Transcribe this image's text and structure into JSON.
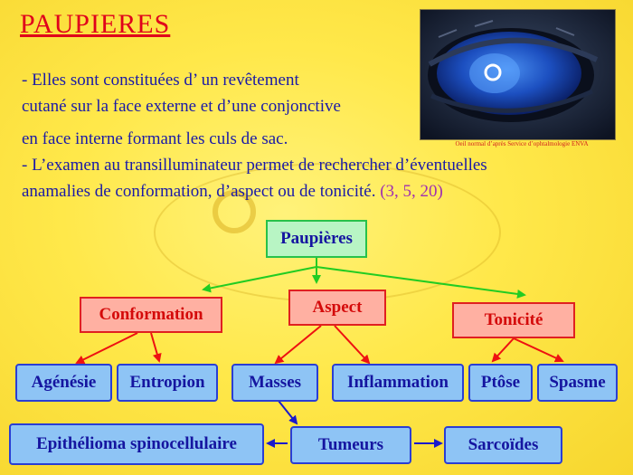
{
  "title": "PAUPIERES",
  "paragraph": {
    "line1": "- Elles sont constituées d’ un  revêtement",
    "line2": "cutané sur la face externe et d’une conjonctive",
    "line3": "en face interne formant les culs de sac.",
    "line4": "- L’examen au transilluminateur  permet de rechercher d’éventuelles",
    "line5": "anamalies de conformation, d’aspect ou de tonicité.",
    "refs": "(3, 5, 20)"
  },
  "photo": {
    "caption": "Oeil normal d’après Service d’ophtalmologie ENVA",
    "icon": "eye-photo"
  },
  "colors": {
    "title": "#e0001b",
    "text": "#1a1aa8",
    "refs": "#a030b0",
    "green_edge": "#22cc22",
    "red_edge": "#ee1111",
    "blue_edge": "#1a1acc"
  },
  "diagram": {
    "root": "Paupières",
    "categories": {
      "conformation": "Conformation",
      "aspect": "Aspect",
      "tonicite": "Tonicité"
    },
    "leaves": {
      "agenesie": "Agénésie",
      "entropion": "Entropion",
      "masses": "Masses",
      "inflammation": "Inflammation",
      "ptose": "Ptôse",
      "spasme": "Spasme",
      "tumeurs": "Tumeurs",
      "epithelioma": "Epithélioma spinocellulaire",
      "sarcoides": "Sarcoïdes"
    }
  }
}
